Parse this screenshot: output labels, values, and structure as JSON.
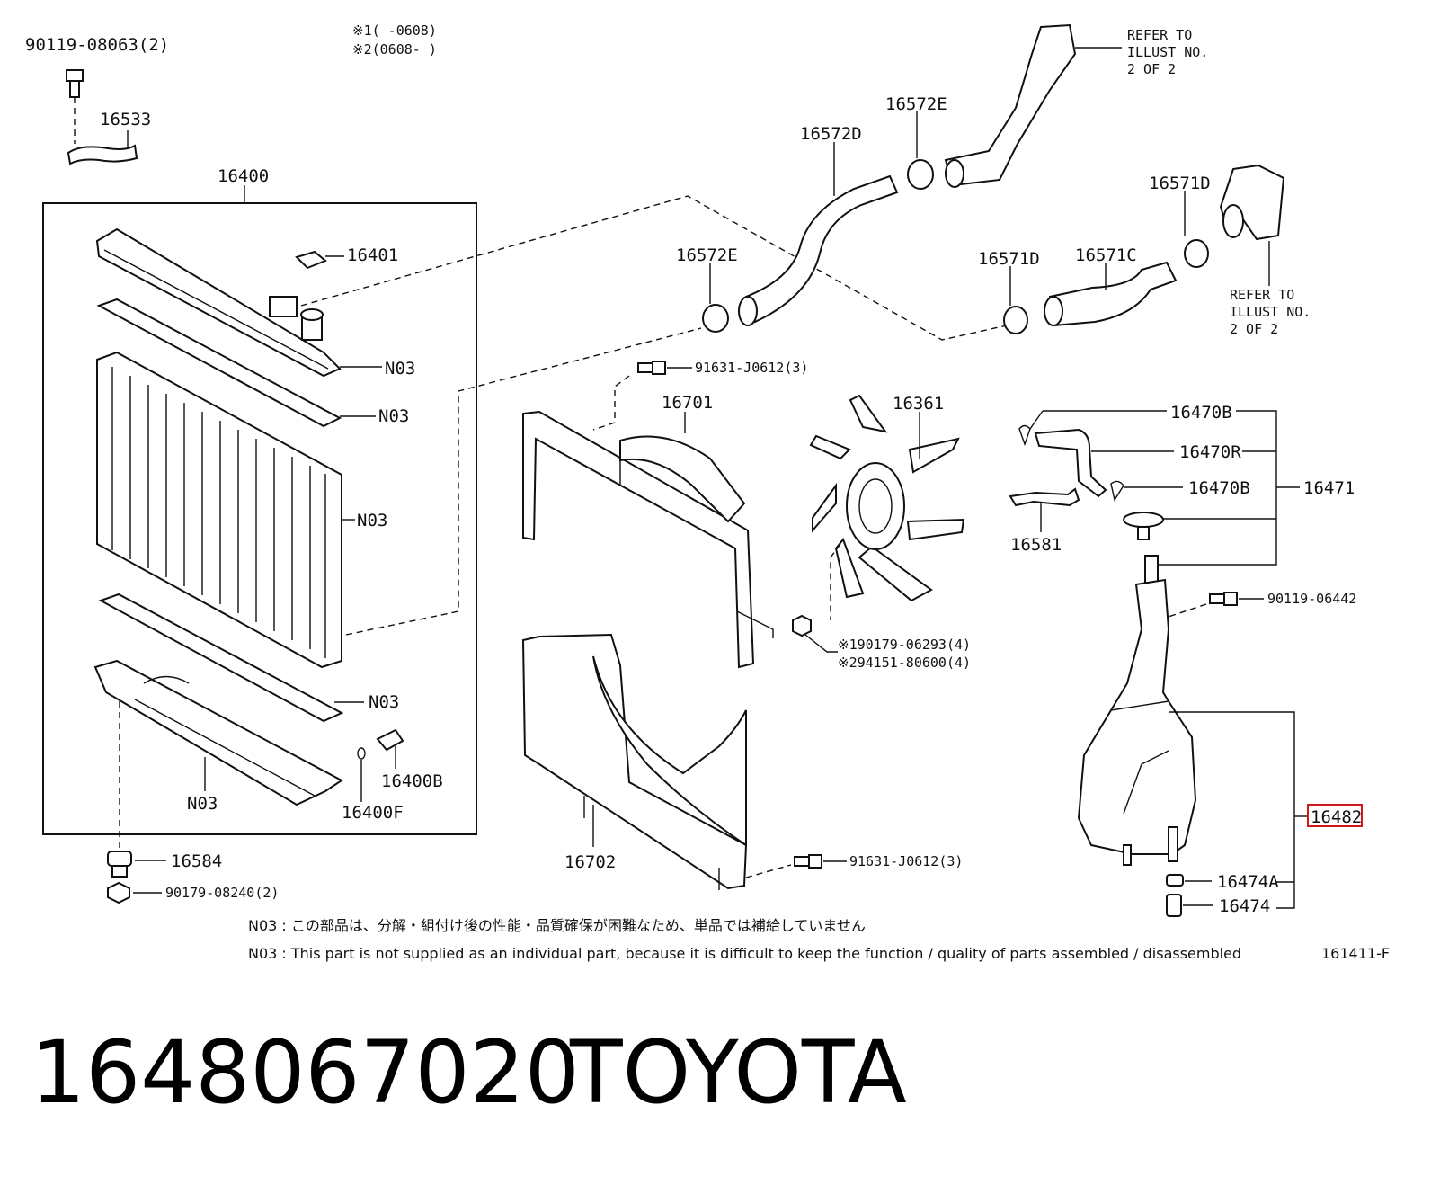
{
  "diagram": {
    "variant_notes": [
      "※1(      -0608)",
      "※2(0608-       )"
    ],
    "labels": {
      "bolt_top_left": "90119-08063(2)",
      "bracket_16533": "16533",
      "radiator_assy": "16400",
      "cap_16401": "16401",
      "n03_tank": "N03",
      "n03_gasket_top": "N03",
      "n03_core": "N03",
      "n03_gasket_bottom": "N03",
      "n03_lower_tank": "N03",
      "drain_cock": "16400B",
      "oring_16400f": "16400F",
      "cushion_16584": "16584",
      "bolt_bottom_left": "90179-08240(2)",
      "refer_top": "REFER TO\nILLUST NO.\n2 OF 2",
      "refer_right": "REFER TO\nILLUST NO.\n2 OF 2",
      "clamp_16572e_top": "16572E",
      "hose_16572d": "16572D",
      "clamp_16572e_left": "16572E",
      "clamp_16571d_right": "16571D",
      "clamp_16571d_left": "16571D",
      "hose_16571c": "16571C",
      "bolt_shroud_top": "91631-J0612(3)",
      "shroud_16701": "16701",
      "fan_16361": "16361",
      "shroud_16702": "16702",
      "bolt_shroud_bottom": "91631-J0612(3)",
      "nut_fan_1": "※190179-06293(4)",
      "nut_fan_2": "※294151-80600(4)",
      "hose_16470b_top": "16470B",
      "hose_16470r": "16470R",
      "hose_16470b_mid": "16470B",
      "reserve_16471": "16471",
      "bracket_16581": "16581",
      "bolt_reserve": "90119-06442",
      "tank_16482": "16482",
      "clamp_16474a": "16474A",
      "hose_16474": "16474"
    },
    "notes": {
      "jp": "N03 : この部品は、分解・組付け後の性能・品質確保が困難なため、単品では補給していません",
      "en": "N03 : This part is not supplied as an individual part, because it is difficult to keep the function / quality of parts assembled / disassembled"
    },
    "illustration_id": "161411-F"
  },
  "caption": {
    "part_number": "1648067020",
    "brand": "TOYOTA"
  },
  "colors": {
    "highlight": "#d01818",
    "ink": "#111111"
  }
}
